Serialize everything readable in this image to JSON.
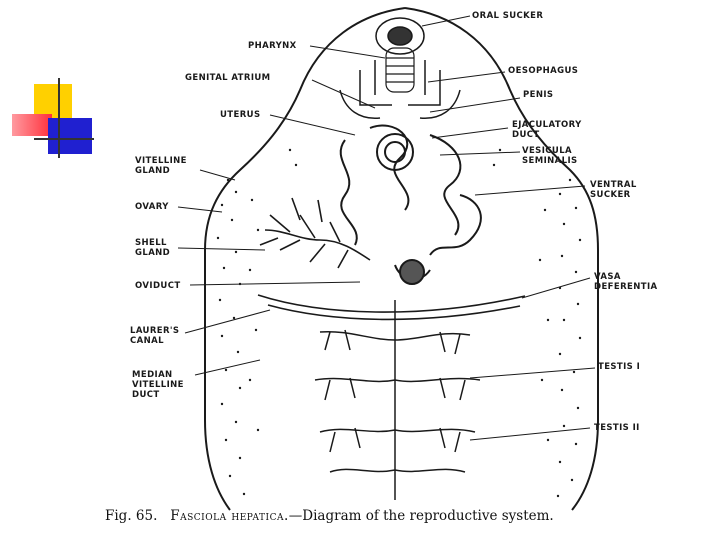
{
  "figure": {
    "caption_fig": "Fig. 65.",
    "caption_species": "Fasciola hepatica.",
    "caption_rest": "—Diagram of the reproductive system."
  },
  "labels": {
    "oral_sucker": "ORAL SUCKER",
    "pharynx": "PHARYNX",
    "oesophagus": "OESOPHAGUS",
    "genital_atrium": "GENITAL ATRIUM",
    "penis": "PENIS",
    "uterus": "UTERUS",
    "ejaculatory_duct": "EJACULATORY\nDUCT",
    "vesicula_seminalis": "VESICULA\nSEMINALIS",
    "vitelline_gland": "VITELLINE\nGLAND",
    "ventral_sucker": "VENTRAL\nSUCKER",
    "ovary": "OVARY",
    "shell_gland": "SHELL\nGLAND",
    "vasa_deferentia": "VASA\nDEFERENTIA",
    "oviduct": "OVIDUCT",
    "laurers_canal": "LAURER'S\nCANAL",
    "median_vitelline_duct": "MEDIAN\nVITELLINE\nDUCT",
    "testis_1": "TESTIS I",
    "testis_2": "TESTIS II"
  },
  "colors": {
    "yellow": "#ffd000",
    "red": "#ff3030",
    "blue": "#2020d0",
    "ink": "#1a1a1a"
  }
}
